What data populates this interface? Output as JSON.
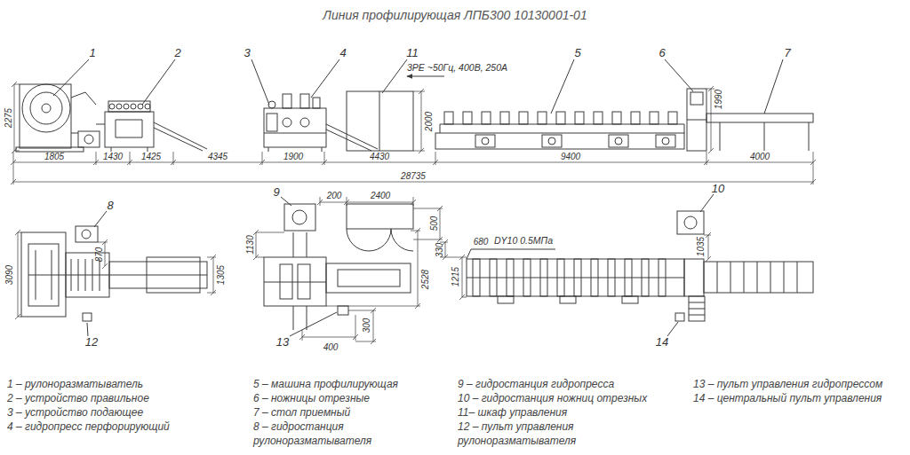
{
  "diagram": {
    "title": "Линия профилирующая ЛПБ300 10130001-01",
    "labels": [
      "1",
      "2",
      "3",
      "4",
      "11",
      "3PE ~50Гц, 400В, 250А",
      "5",
      "6",
      "7",
      "2275",
      "2000",
      "1990",
      "1805",
      "1430",
      "1425",
      "4345",
      "1900",
      "4430",
      "9400",
      "4000",
      "28735",
      "8",
      "9",
      "10",
      "3090",
      "870",
      "1305",
      "200",
      "2400",
      "1130",
      "500",
      "2528",
      "330",
      "1215",
      "680",
      "DY10 0.5МПа",
      "1035",
      "12",
      "13",
      "400",
      "300",
      "14",
      "1 – рулоноразматыватель",
      "2 – устройство правильное",
      "3 – устройство подающее",
      "4 – гидропресс перфорирующий",
      "5 – машина профилирующая",
      "6 – ножницы отрезные",
      "7 – стол приемный",
      "8 – гидростанция рулоноразматывателя",
      "9 – гидростанция гидропресса",
      "10 – гидростанция ножниц отрезных",
      "11– шкаф управления",
      "12 – пульт управления рулоноразматывателя",
      "13 – пульт управления гидропрессом",
      "14 – центральный пульт управления"
    ]
  }
}
